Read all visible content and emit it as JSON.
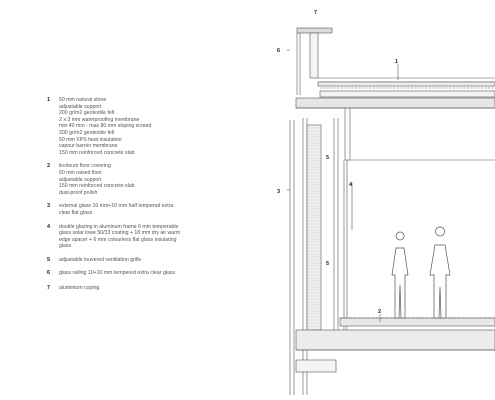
{
  "legend": [
    {
      "num": "1",
      "lines": [
        "50 mm natural stone",
        "adjustable support",
        "200 gr/m2 geotextile felt",
        "2 x 3 mm waterproofing membrane",
        "min 40 mm - max 80 mm sloping screed",
        "200 gr/m2 geotextile felt",
        "50 mm XPS heat insulation",
        "vapour barrier membrane",
        "150 mm reinforced concrete slab"
      ]
    },
    {
      "num": "2",
      "lines": [
        "linoleum floor covering",
        "50 mm raised floor",
        "adjustable support",
        "150 mm reinforced concrete slab",
        "dust-proof polish"
      ]
    },
    {
      "num": "3",
      "lines": [
        "external glass 10 mm+10 mm half tempered extra",
        "clear flat glass"
      ]
    },
    {
      "num": "4",
      "lines": [
        "double glazing in aluminum frame 6 mm temperable",
        "glass solar lowe 50/33 coating + 18 mm dry air warm",
        "edge spacer + 6 mm colourless flat glass insulating",
        "glass"
      ]
    },
    {
      "num": "5",
      "lines": [
        "adjustable louvered ventilation grille"
      ]
    },
    {
      "num": "6",
      "lines": [
        "glass railing 10+10 mm tempered extra clear glass"
      ]
    },
    {
      "num": "7",
      "lines": [
        "aluminium coping"
      ]
    }
  ],
  "callouts": {
    "c7": "7",
    "c6": "6",
    "c1": "1",
    "c5a": "5",
    "c4": "4",
    "c3": "3",
    "c5b": "5",
    "c2": "2"
  }
}
